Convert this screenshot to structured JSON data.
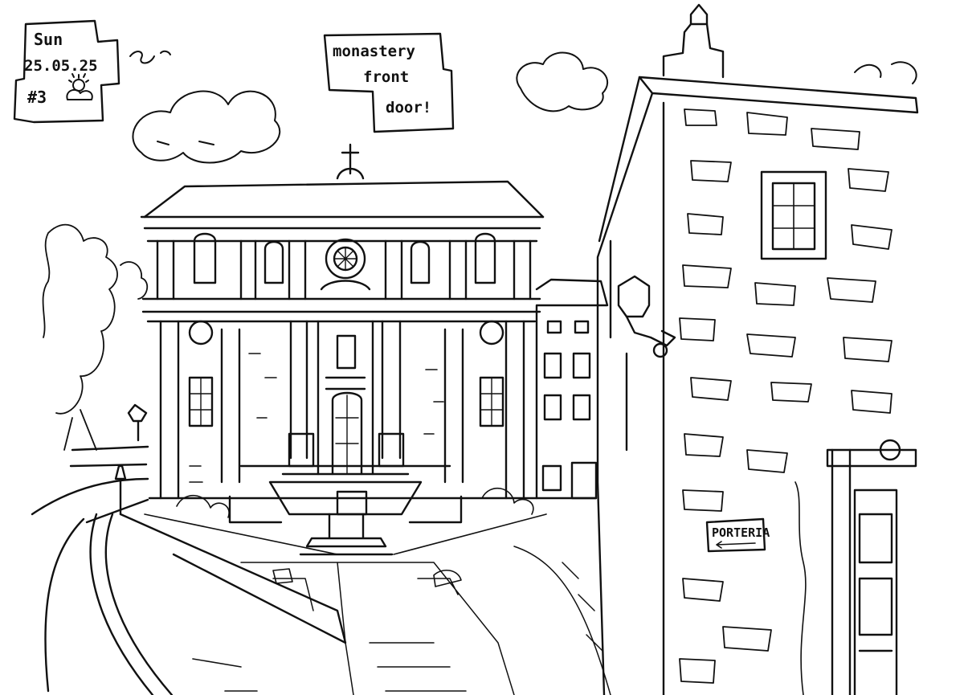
{
  "date_box": {
    "line1": "Sun",
    "line2": "25.05.25",
    "line3": "#3"
  },
  "title_box": {
    "line1": "monastery",
    "line2": "front",
    "line3": "door!"
  },
  "sign": {
    "text": "PORTERIA"
  },
  "colors": {
    "ink": "#111111",
    "paper": "#ffffff"
  }
}
